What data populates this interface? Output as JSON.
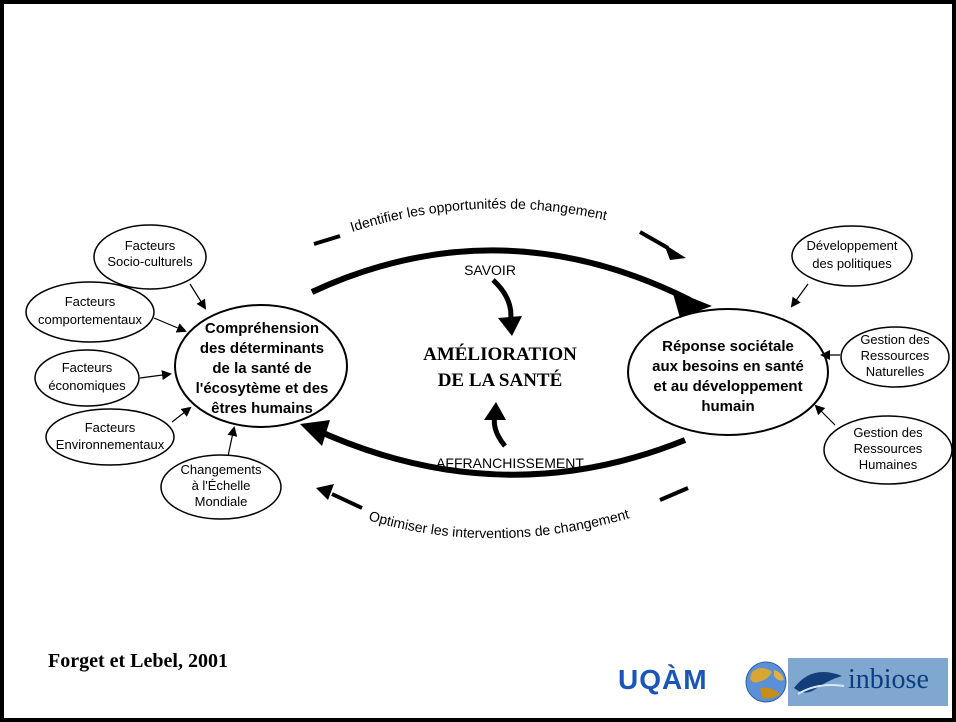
{
  "center": {
    "line1": "AMÉLIORATION",
    "line2": "DE LA SANTÉ"
  },
  "left_main": {
    "lines": [
      "Compréhension",
      "des déterminants",
      "de la santé de",
      "l'écosytème et des",
      "êtres humains"
    ]
  },
  "right_main": {
    "lines": [
      "Réponse sociétale",
      "aux besoins en santé",
      "et au développement",
      "humain"
    ]
  },
  "arrows": {
    "savoir": "SAVOIR",
    "affranchissement": "AFFRANCHISSEMENT",
    "top_arc": "Identifier les opportunités de changement",
    "bottom_arc": "Optimiser les interventions de changement"
  },
  "left_factors": [
    {
      "lines": [
        "Facteurs",
        "Socio-culturels"
      ]
    },
    {
      "lines": [
        "Facteurs",
        "comportementaux"
      ]
    },
    {
      "lines": [
        "Facteurs",
        "économiques"
      ]
    },
    {
      "lines": [
        "Facteurs",
        "Environnementaux"
      ]
    },
    {
      "lines": [
        "Changements",
        "à l'Échelle",
        "Mondiale"
      ]
    }
  ],
  "right_factors": [
    {
      "lines": [
        "Développement",
        "des politiques"
      ]
    },
    {
      "lines": [
        "Gestion des",
        "Ressources",
        "Naturelles"
      ]
    },
    {
      "lines": [
        "Gestion des",
        "Ressources",
        "Humaines"
      ]
    }
  ],
  "citation": "Forget et Lebel, 2001",
  "logos": {
    "uqam": "UQÀM",
    "inbiose": "inbiose"
  },
  "icons": [
    "earth-globe-icon",
    "inbiose-logo-icon"
  ]
}
